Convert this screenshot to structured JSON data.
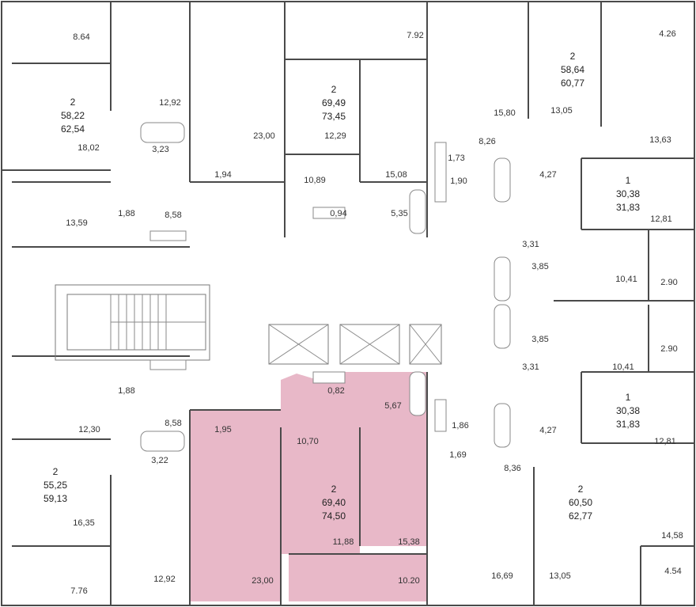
{
  "colors": {
    "highlight_fill": "#e8b8c8",
    "wall": "#4a4a4a",
    "fixture": "#8a8a8a",
    "text": "#333333"
  },
  "apartments": [
    {
      "id": "apt-nw-top",
      "rooms": "2",
      "living_area": "58,22",
      "total_area": "62,54"
    },
    {
      "id": "apt-n-center",
      "rooms": "2",
      "living_area": "69,49",
      "total_area": "73,45"
    },
    {
      "id": "apt-ne-top",
      "rooms": "2",
      "living_area": "58,64",
      "total_area": "60,77"
    },
    {
      "id": "apt-e-upper",
      "rooms": "1",
      "living_area": "30,38",
      "total_area": "31,83"
    },
    {
      "id": "apt-e-lower",
      "rooms": "1",
      "living_area": "30,38",
      "total_area": "31,83"
    },
    {
      "id": "apt-sw",
      "rooms": "2",
      "living_area": "55,25",
      "total_area": "59,13"
    },
    {
      "id": "apt-s-center",
      "rooms": "2",
      "living_area": "69,40",
      "total_area": "74,50",
      "highlighted": true
    },
    {
      "id": "apt-se",
      "rooms": "2",
      "living_area": "60,50",
      "total_area": "62,77"
    }
  ],
  "room_areas": [
    "8.64",
    "12,92",
    "18,02",
    "3,23",
    "23,00",
    "1,94",
    "12,29",
    "7.92",
    "15,80",
    "13,05",
    "4.26",
    "8,26",
    "1,73",
    "13,63",
    "1,90",
    "4,27",
    "15,08",
    "10,89",
    "0,94",
    "5,35",
    "13,59",
    "1,88",
    "8,58",
    "12,81",
    "3,31",
    "3,85",
    "10,41",
    "2.90",
    "3,85",
    "2.90",
    "3,31",
    "10,41",
    "1,88",
    "0,82",
    "5,67",
    "8,58",
    "1,95",
    "10,70",
    "12,30",
    "1,86",
    "4,27",
    "12,81",
    "3,22",
    "1,69",
    "8,36",
    "16,35",
    "11,88",
    "15,38",
    "14,58",
    "16,69",
    "13,05",
    "4.54",
    "7.76",
    "12,92",
    "23,00",
    "10.20"
  ]
}
